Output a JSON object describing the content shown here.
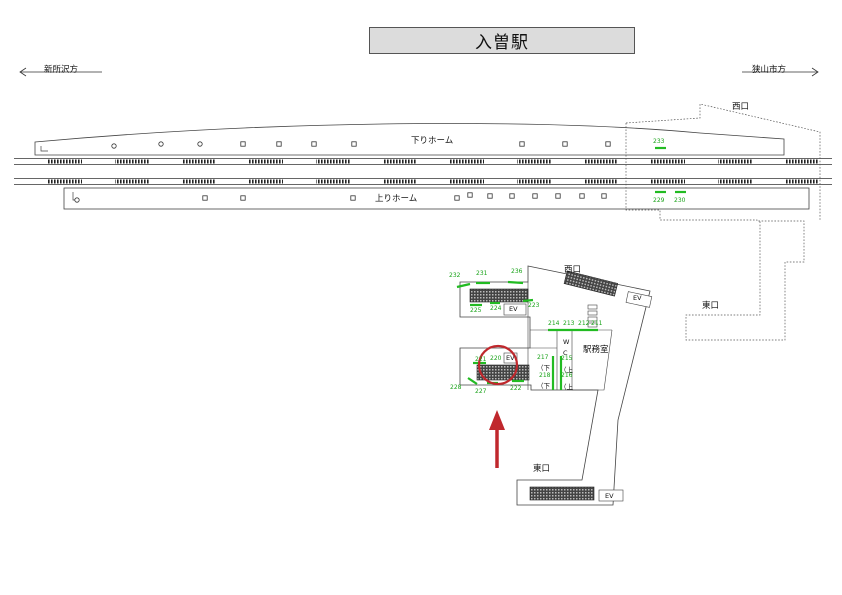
{
  "title": "入曽駅",
  "directions": {
    "left": "新所沢方",
    "right": "狭山市方"
  },
  "platforms": {
    "down": "下りホーム",
    "up": "上りホーム"
  },
  "exits": {
    "west_top": "西口",
    "west_concourse": "西口",
    "east_top": "東口",
    "east_lower": "東口"
  },
  "rooms": {
    "office": "駅務室",
    "wc": "W C",
    "ev": "EV"
  },
  "platform_numbers": {
    "top": "233",
    "bottom_a": "229",
    "bottom_b": "230"
  },
  "concourse_numbers": [
    "232",
    "231",
    "236",
    "225",
    "224",
    "223",
    "214",
    "213",
    "212",
    "211",
    "221",
    "220",
    "217",
    "215",
    "218",
    "216",
    "228",
    "227",
    "222"
  ],
  "track_marks": [
    "（下",
    "（下",
    "（上",
    "（上"
  ],
  "colors": {
    "accent_green": "#22bb22",
    "marker_red": "#c0282d"
  }
}
